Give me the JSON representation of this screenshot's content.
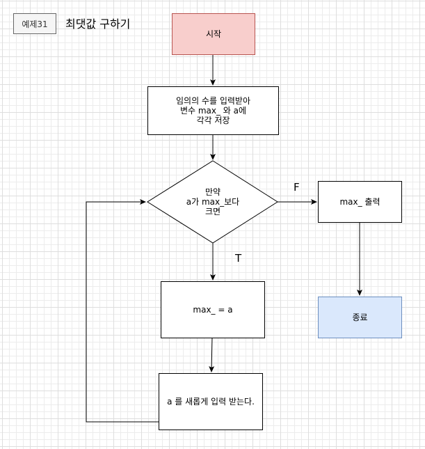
{
  "header": {
    "tag_label": "예제31",
    "title": "최댓값 구하기"
  },
  "nodes": {
    "start": {
      "label": "시작",
      "fill": "#f8cecc",
      "stroke": "#b85450"
    },
    "input": {
      "label": "임의의 수를 입력받아\n변수 max_ 와 a에\n각각 저장"
    },
    "decision": {
      "label": "만약\na가 max_보다\n크면"
    },
    "assign": {
      "label": "max_ = a"
    },
    "reinput": {
      "label": "a 를 새롭게 입력 받는다."
    },
    "output": {
      "label": "max_ 출력"
    },
    "end": {
      "label": "종료",
      "fill": "#dae8fc",
      "stroke": "#6c8ebf"
    }
  },
  "edges": {
    "false_label": "F",
    "true_label": "T"
  }
}
